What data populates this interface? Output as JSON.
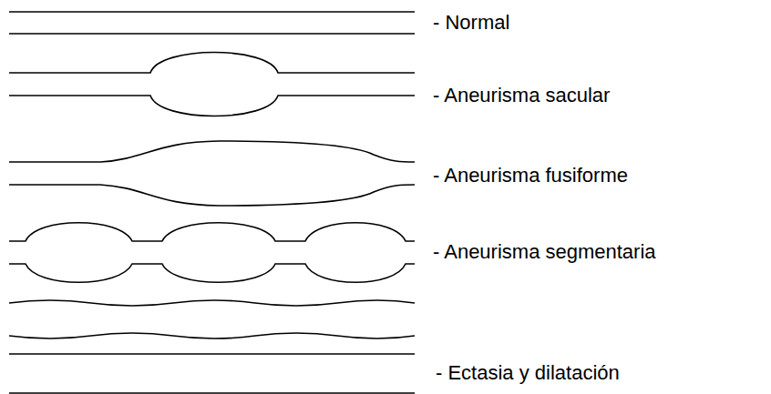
{
  "diagram": {
    "labels": [
      "- Normal",
      "- Aneurisma sacular",
      "- Aneurisma fusiforme",
      "- Aneurisma segmentaria",
      "- Ectasia y dilatación"
    ]
  }
}
